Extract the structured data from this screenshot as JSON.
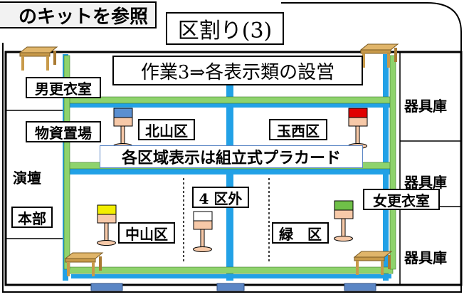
{
  "header": {
    "reference_tab": "のキットを参照",
    "section_title": "区割り(3)"
  },
  "slide": {
    "task_title": "作業3⇒各表示類の設営",
    "placard_note": "各区域表示は組立式プラカード",
    "rooms": {
      "mens_locker": "男更衣室",
      "supply_area": "物資置場",
      "stage": "演壇",
      "headquarters": "本部",
      "womens_locker": "女更衣室",
      "storage_1": "器具庫",
      "storage_2": "器具庫",
      "storage_3": "器具庫"
    },
    "districts": {
      "kitayama": "北山区",
      "tamanishi": "玉西区",
      "outside_4": "4 区外",
      "nakayama": "中山区",
      "midori": "緑　区"
    },
    "placard_colors": {
      "kitayama": "#5b8fd0",
      "tamanishi": "#e00000",
      "nakayama": "#f2ee00",
      "outside_4": "#ffffff",
      "midori": "#6fc048"
    },
    "colors": {
      "green_line": "#8ed36c",
      "blue_line": "#22a1e6",
      "table_wood": "#c89a4a",
      "placard_post": "#f7c9a8",
      "panel_fill": "#5b86c5"
    }
  }
}
